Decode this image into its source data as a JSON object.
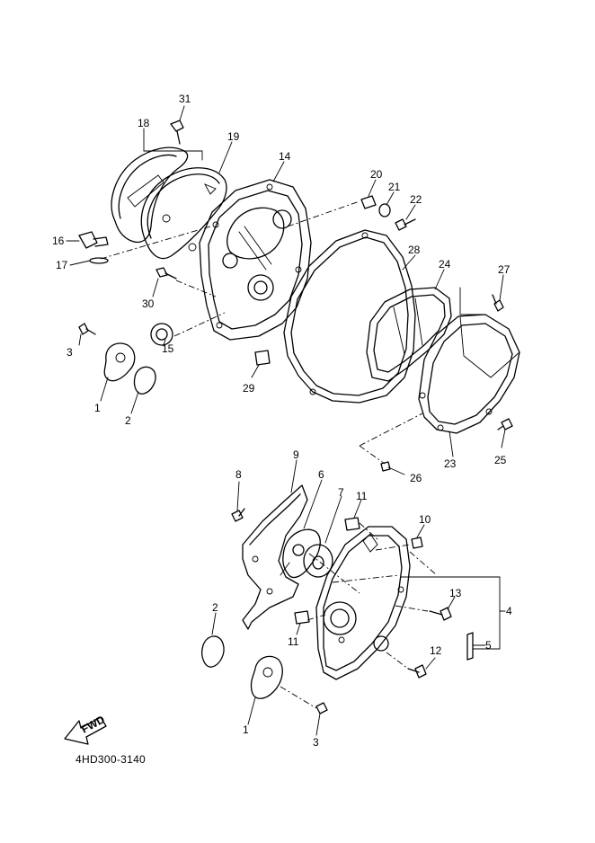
{
  "diagram": {
    "catalog_code": "4HD300-3140",
    "fwd_label": "FWD",
    "callouts": {
      "c31": "31",
      "c18": "18",
      "c19": "19",
      "c14": "14",
      "c20": "20",
      "c21": "21",
      "c22": "22",
      "c16": "16",
      "c17": "17",
      "c28": "28",
      "c24": "24",
      "c27": "27",
      "c30": "30",
      "c3a": "3",
      "c15": "15",
      "c1a": "1",
      "c2a": "2",
      "c29": "29",
      "c26": "26",
      "c23": "23",
      "c25": "25",
      "c9": "9",
      "c8": "8",
      "c6": "6",
      "c7": "7",
      "c11a": "11",
      "c10": "10",
      "c13": "13",
      "c4": "4",
      "c5": "5",
      "c2b": "2",
      "c11b": "11",
      "c12": "12",
      "c1b": "1",
      "c3b": "3"
    }
  }
}
